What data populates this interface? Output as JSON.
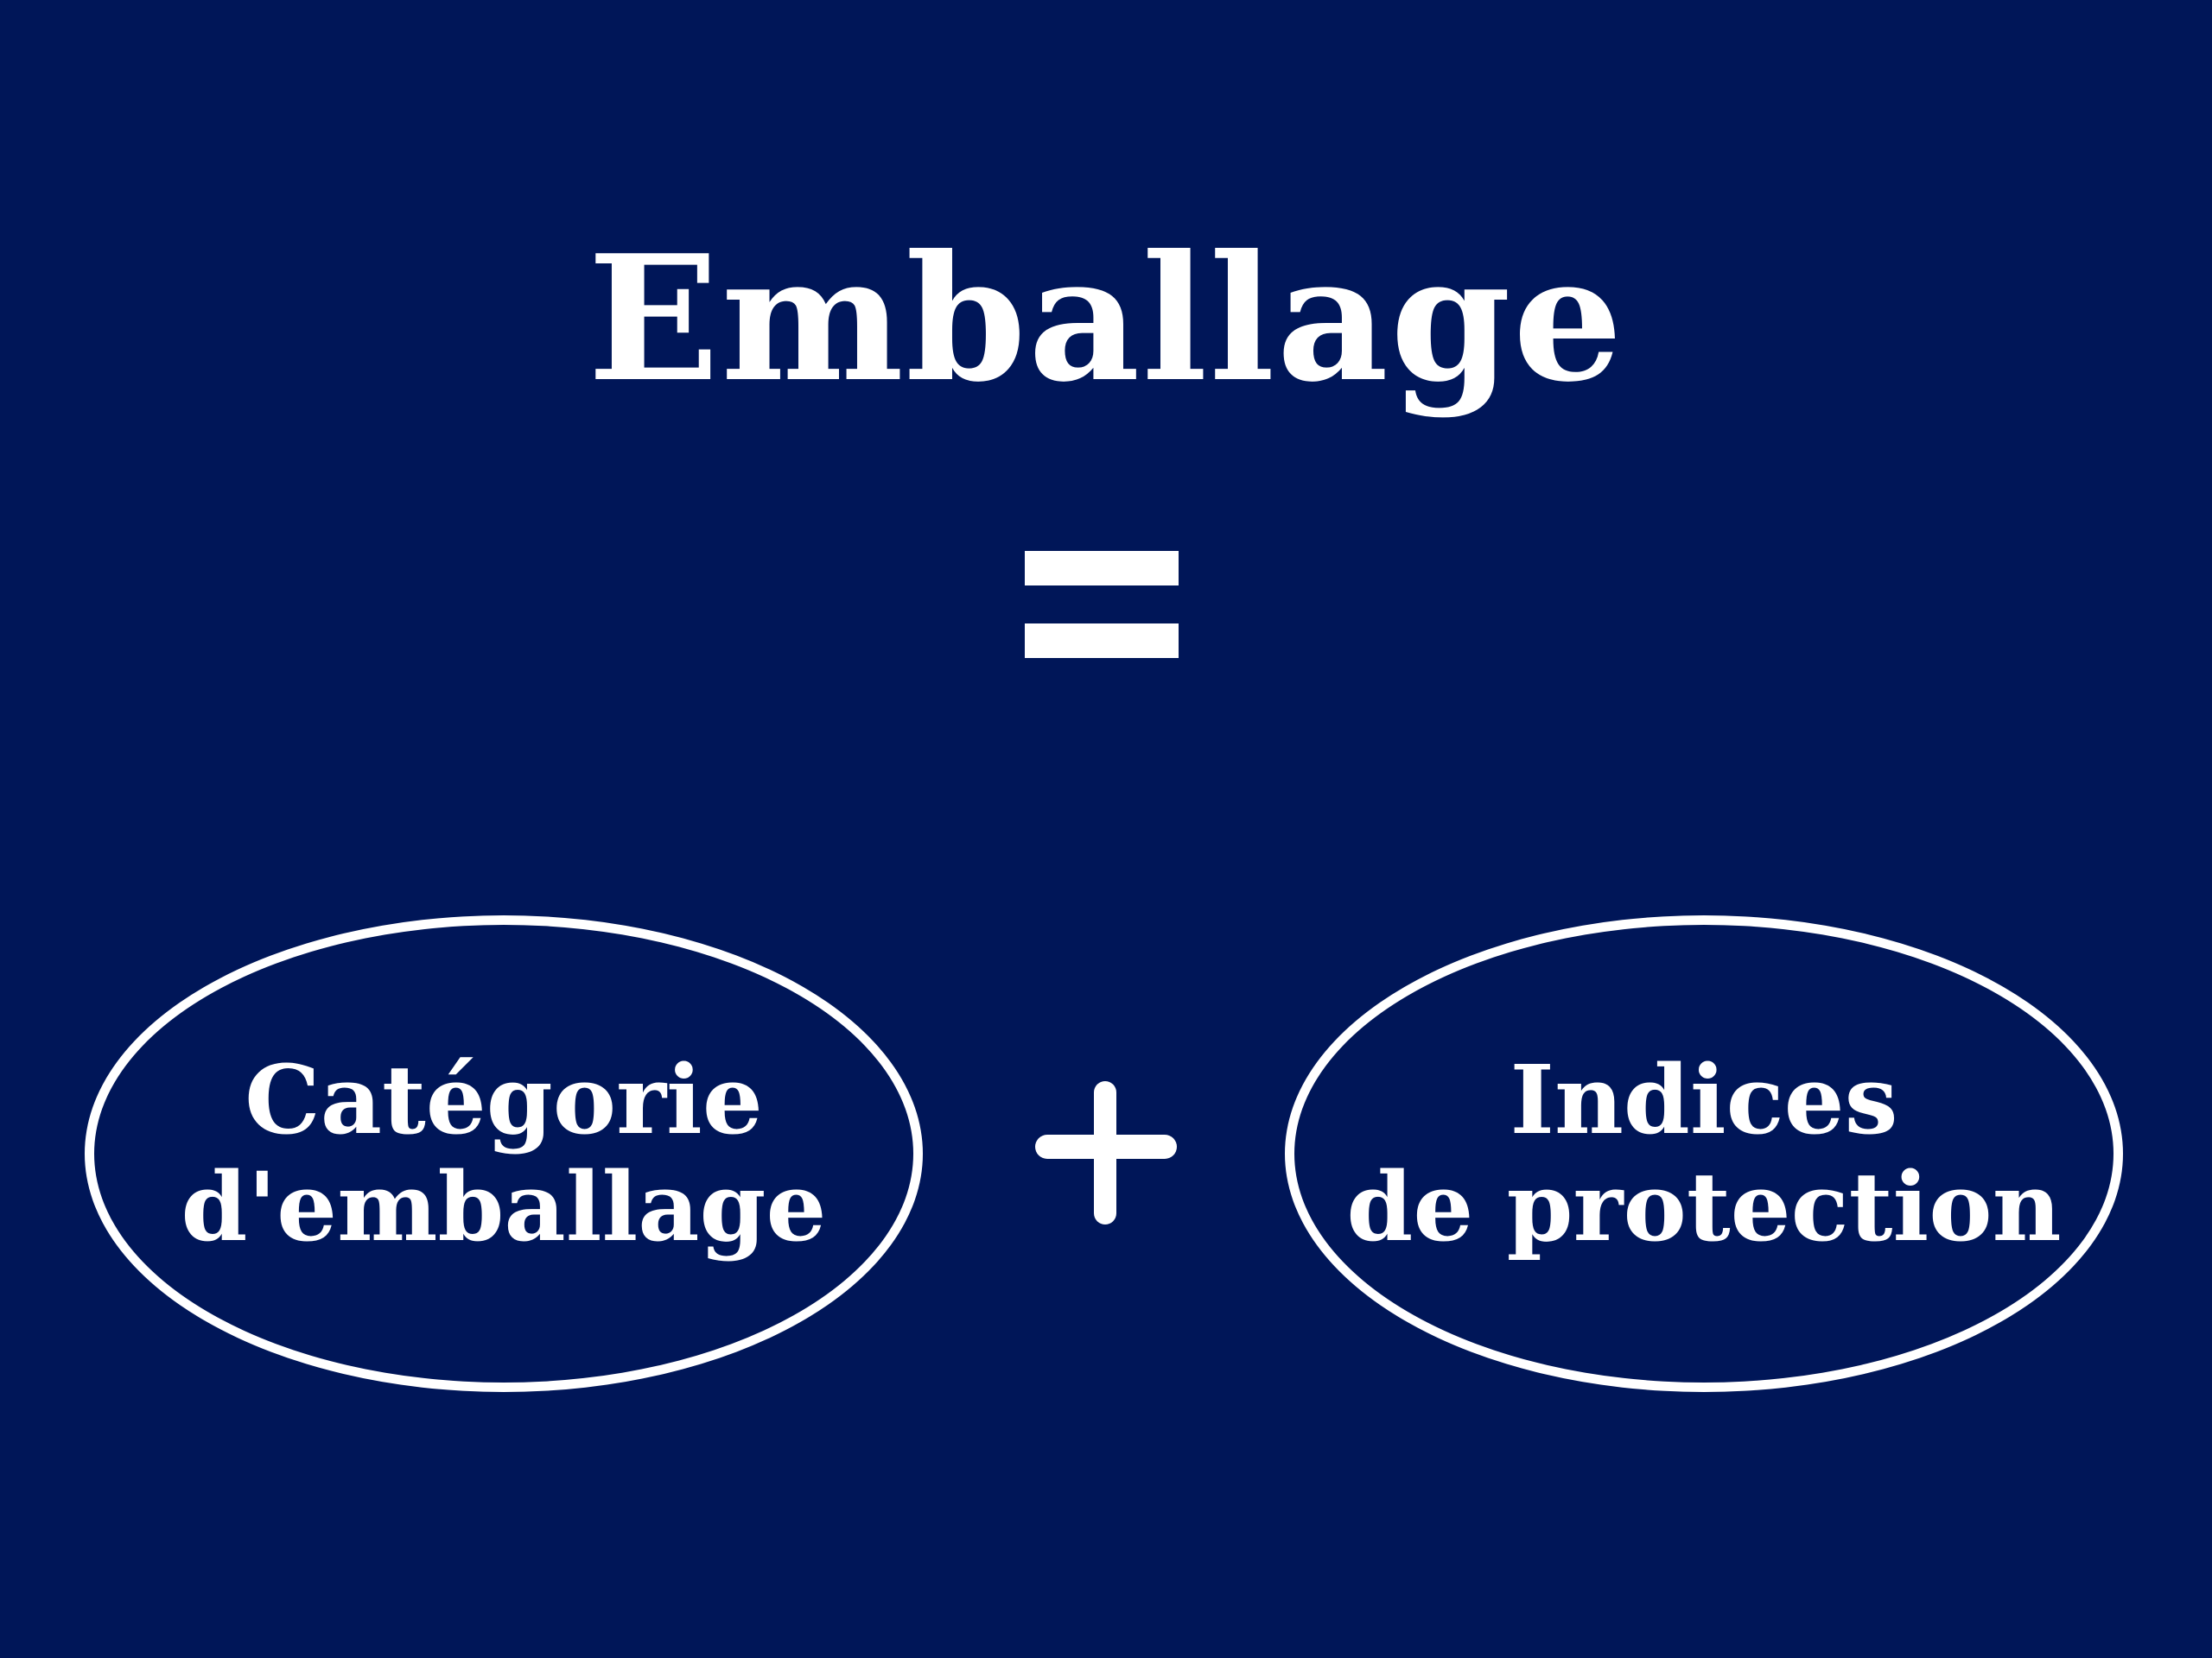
{
  "colors": {
    "background": "#001658",
    "foreground": "#ffffff"
  },
  "diagram": {
    "title": "Emballage",
    "operator_equals": "=",
    "operator_plus": "+",
    "left_node": {
      "line1": "Catégorie",
      "line2": "d'emballage"
    },
    "right_node": {
      "line1": "Indices",
      "line2": "de protection"
    }
  }
}
